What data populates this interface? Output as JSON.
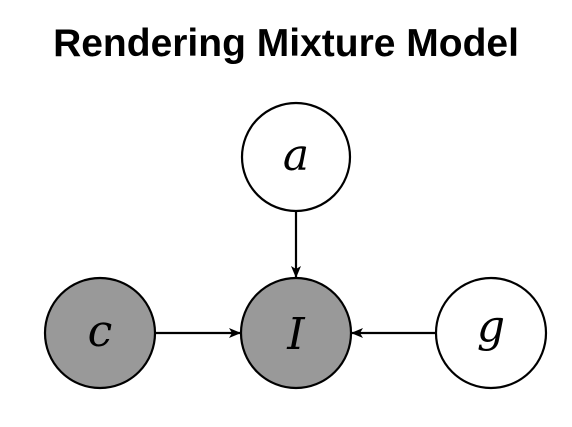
{
  "title": "Rendering Mixture Model",
  "nodes": [
    {
      "id": "a",
      "label": "a",
      "observed": false
    },
    {
      "id": "c",
      "label": "c",
      "observed": true
    },
    {
      "id": "I",
      "label": "I",
      "observed": true
    },
    {
      "id": "g",
      "label": "g",
      "observed": false
    }
  ],
  "edges": [
    {
      "from": "a",
      "to": "I"
    },
    {
      "from": "c",
      "to": "I"
    },
    {
      "from": "g",
      "to": "I"
    }
  ],
  "colors": {
    "observed_fill": "#999999",
    "latent_fill": "#ffffff",
    "stroke": "#000000"
  }
}
